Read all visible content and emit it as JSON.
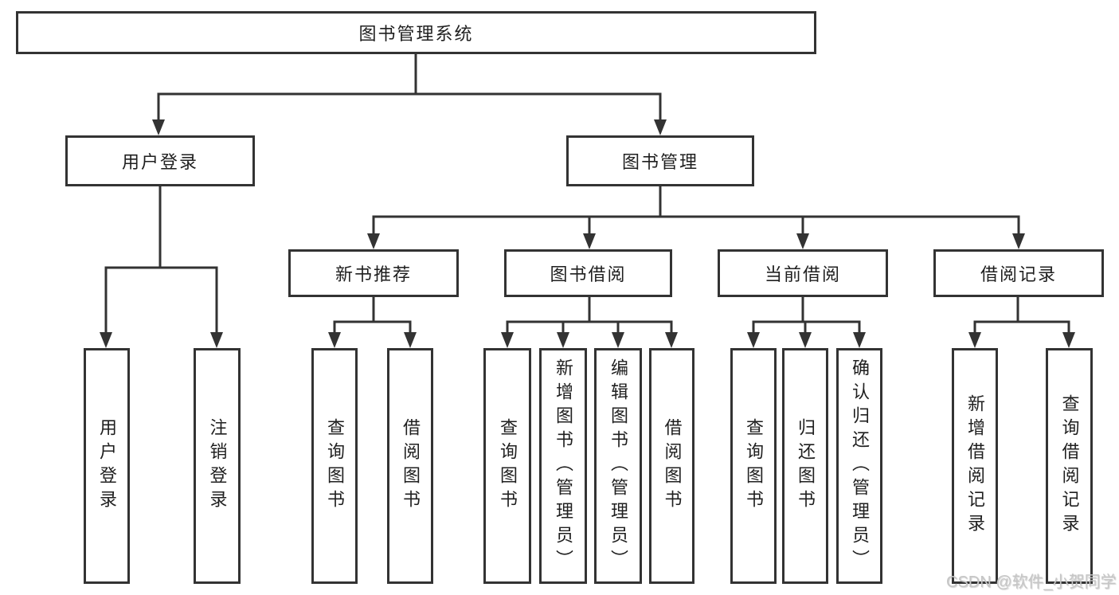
{
  "diagram": {
    "root_label": "图书管理系统",
    "branches": [
      {
        "label": "用户登录",
        "leaves": [
          "用户登录",
          "注销登录"
        ]
      },
      {
        "label": "图书管理",
        "groups": [
          {
            "label": "新书推荐",
            "leaves": [
              "查询图书",
              "借阅图书"
            ]
          },
          {
            "label": "图书借阅",
            "leaves": [
              "查询图书",
              "新增图书（管理员）",
              "编辑图书（管理员）",
              "借阅图书"
            ]
          },
          {
            "label": "当前借阅",
            "leaves": [
              "查询图书",
              "归还图书",
              "确认归还（管理员）"
            ]
          },
          {
            "label": "借阅记录",
            "leaves": [
              "新增借阅记录",
              "查询借阅记录"
            ]
          }
        ]
      }
    ]
  },
  "watermark": {
    "text": "CSDN @软件_小贺同学"
  },
  "colors": {
    "line": "#333333",
    "box_border": "#333333",
    "text": "#1f1f1f",
    "background": "#ffffff",
    "watermark": "#c6c6c6"
  }
}
